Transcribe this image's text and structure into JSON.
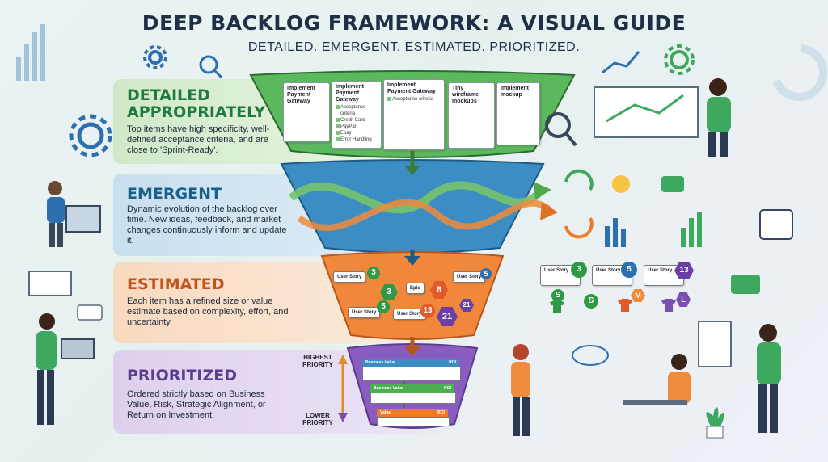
{
  "header": {
    "title": "DEEP BACKLOG FRAMEWORK: A VISUAL GUIDE",
    "subtitle": "DETAILED. EMERGENT. ESTIMATED. PRIORITIZED."
  },
  "sections": {
    "detailed": {
      "heading_line1": "DETAILED",
      "heading_line2": "APPROPRIATELY",
      "description": "Top items have high specificity, well-defined acceptance criteria, and are close to 'Sprint-Ready'.",
      "color": "#1f7a3e"
    },
    "emergent": {
      "heading": "EMERGENT",
      "description": "Dynamic evolution of the backlog over time. New ideas, feedback, and market changes continuously inform and update it.",
      "color": "#1b5f8a"
    },
    "estimated": {
      "heading": "ESTIMATED",
      "description": "Each item has a refined size or value estimate based on complexity, effort, and uncertainty.",
      "color": "#c4531a"
    },
    "prioritized": {
      "heading": "PRIORITIZED",
      "description": "Ordered strictly based on Business Value, Risk, Strategic Alignment, or Return on Investment.",
      "color": "#5b3d8c"
    }
  },
  "detailed_cards": [
    {
      "title": "Implement Payment Gateway",
      "lines": []
    },
    {
      "title": "Implement Payment Gateway",
      "lines": [
        "Acceptance criteria",
        "Credit Card",
        "PayPal",
        "Ebay",
        "Error Handling"
      ]
    },
    {
      "title": "Implement Payment Gateway",
      "lines": [
        "Acceptance criteria"
      ]
    },
    {
      "title": "Tiny wireframe mockups",
      "lines": []
    },
    {
      "title": "Implement mockup",
      "lines": []
    }
  ],
  "estimated_items": {
    "funnel": [
      {
        "label": "User Story",
        "points": "3"
      },
      {
        "label": "",
        "points": "3"
      },
      {
        "label": "Epic",
        "points": "8"
      },
      {
        "label": "User Story",
        "points": "5"
      },
      {
        "label": "User Story",
        "points": "5"
      },
      {
        "label": "User Story",
        "points": "13"
      },
      {
        "label": "",
        "points": "21"
      },
      {
        "label": "",
        "points": "21"
      }
    ],
    "right_row": [
      {
        "label": "User Story",
        "points": "3"
      },
      {
        "label": "User Story",
        "points": "5"
      },
      {
        "label": "User Story",
        "points": "13"
      }
    ],
    "shirts": [
      "S",
      "S",
      "M",
      "L"
    ]
  },
  "priority": {
    "highest": "HIGHEST PRIORITY",
    "lower": "LOWER PRIORITY",
    "bars": [
      {
        "left": "Business Value",
        "right": "ROI"
      },
      {
        "left": "Business Value",
        "right": "ROI"
      },
      {
        "left": "Value",
        "right": "ROI"
      }
    ]
  },
  "colors": {
    "green": "#4caf50",
    "blue": "#2e7db5",
    "orange": "#ef7a2b",
    "purple": "#7a4fb0",
    "navy": "#1f2f45"
  }
}
